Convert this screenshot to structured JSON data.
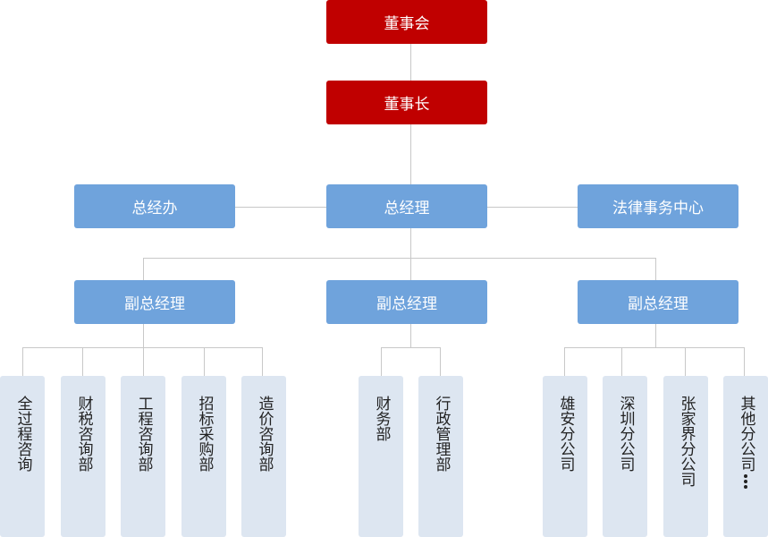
{
  "colors": {
    "primary": "#c00000",
    "secondary": "#6fa3dc",
    "leaf": "#dde6f1",
    "line": "#c8c8c8"
  },
  "top": {
    "board": "董事会",
    "chairman": "董事长"
  },
  "middle": {
    "left": "总经办",
    "center": "总经理",
    "right": "法律事务中心"
  },
  "deputies": [
    "副总经理",
    "副总经理",
    "副总经理"
  ],
  "departments": {
    "group1": [
      "全过程咨询",
      "财税咨询部",
      "工程咨询部",
      "招标采购部",
      "造价咨询部"
    ],
    "group2": [
      "财务部",
      "行政管理部"
    ],
    "group3": [
      "雄安分公司",
      "深圳分公司",
      "张家界分公司",
      "其他分公司"
    ]
  }
}
